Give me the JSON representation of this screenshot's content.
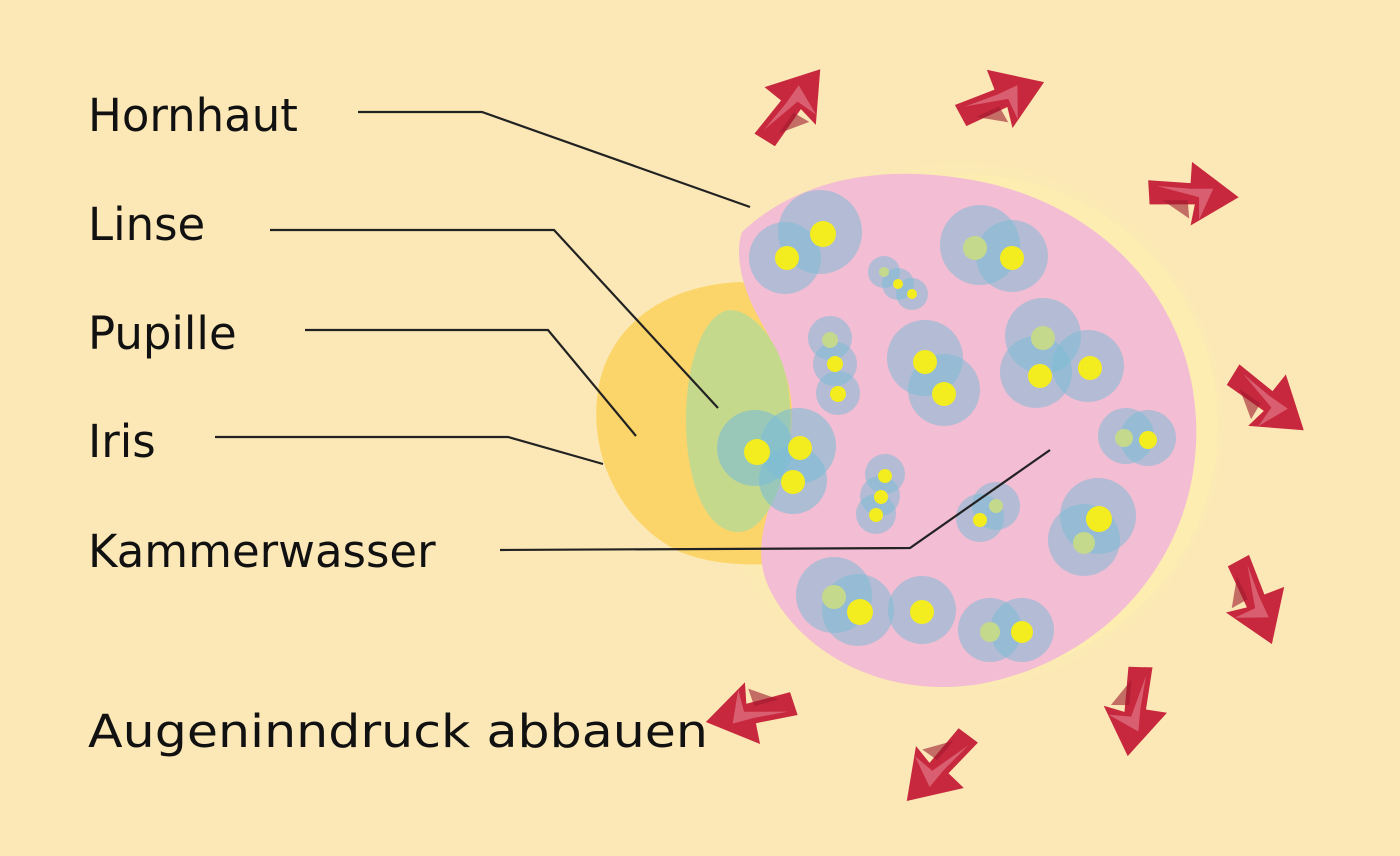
{
  "labels": {
    "cornea": "Hornhaut",
    "lens": "Linse",
    "pupil": "Pupille",
    "iris": "Iris",
    "aqueous_humor": "Kammerwasser",
    "caption": "Augeninndruck abbauen"
  },
  "colors": {
    "background": "#fbe8b6",
    "cornea_halo": "#fdedb0",
    "chamber": "#f3bdd3",
    "iris": "#fcd56a",
    "lens": "#c5d98d",
    "cell_halo": "#7dbcd6",
    "cell_core": "#f3ec1f",
    "arrow": "#c8283e",
    "text": "#111111"
  },
  "icons": {
    "cell": "cell-icon",
    "arrow": "outflow-arrow-icon"
  }
}
